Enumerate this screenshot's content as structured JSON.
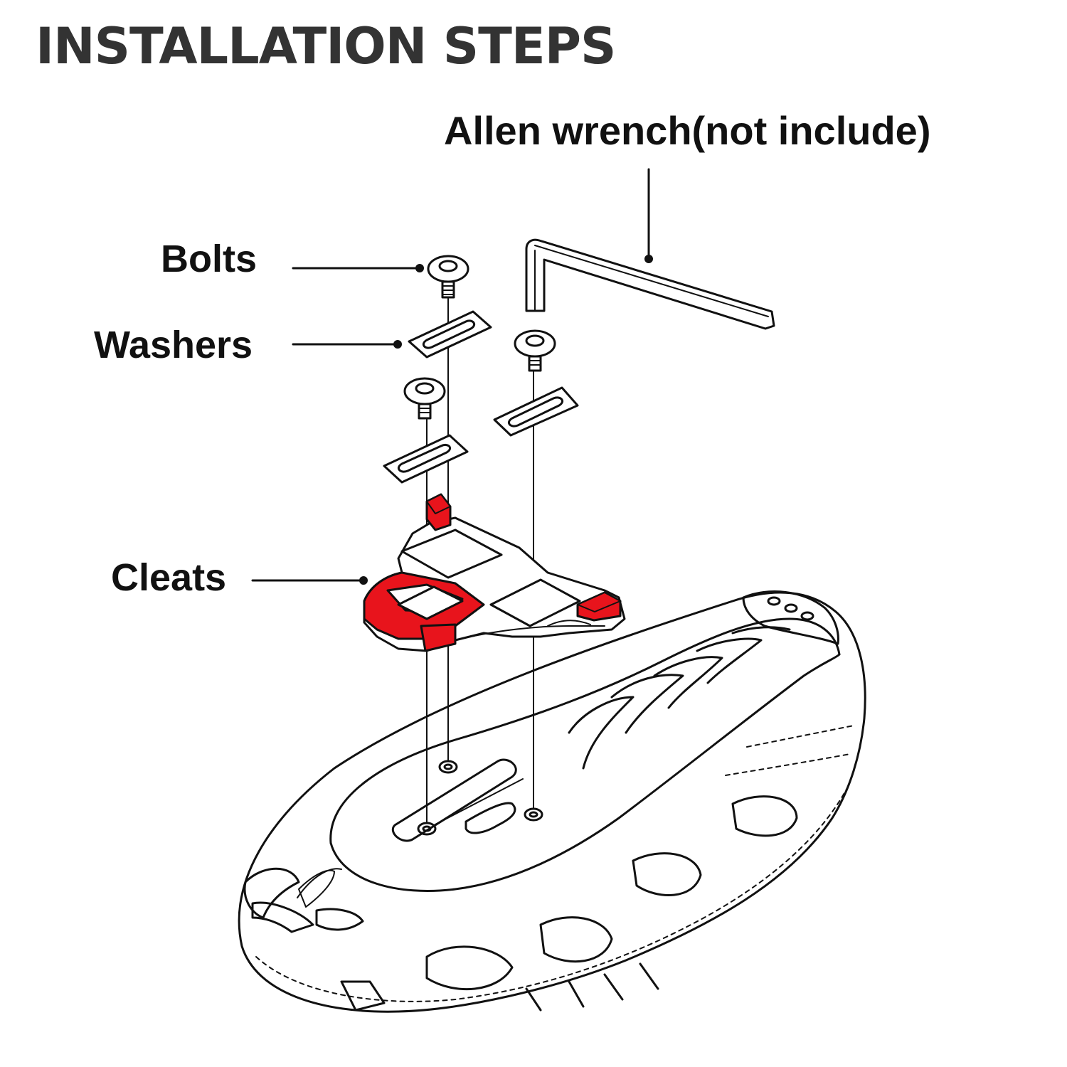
{
  "title": "INSTALLATION STEPS",
  "labels": {
    "wrench": "Allen wrench(not include)",
    "bolts": "Bolts",
    "washers": "Washers",
    "cleats": "Cleats"
  },
  "colors": {
    "title": "#333333",
    "text": "#111111",
    "line": "#111111",
    "accent": "#e8141c"
  }
}
